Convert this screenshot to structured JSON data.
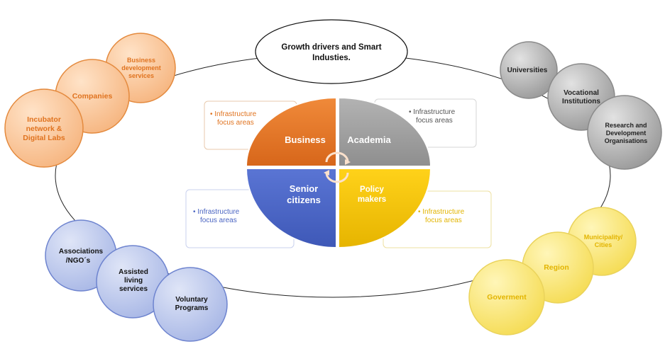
{
  "title": {
    "line1": "Growth drivers and Smart",
    "line2": "Industies."
  },
  "quadrants": {
    "business": "Business",
    "academia": "Academia",
    "senior": {
      "line1": "Senior",
      "line2": "citizens"
    },
    "policy": {
      "line1": "Policy",
      "line2": "makers"
    }
  },
  "cards": {
    "business": {
      "line1": "Infrastructure",
      "line2": "focus areas"
    },
    "academia": {
      "line1": "Infrastructure",
      "line2": "focus areas"
    },
    "senior": {
      "line1": "Infrastructure",
      "line2": "focus areas"
    },
    "policy": {
      "line1": "Infrastructure",
      "line2": "focus areas"
    }
  },
  "clusters": {
    "business": [
      {
        "lines": [
          "Business",
          "development",
          "services"
        ]
      },
      {
        "lines": [
          "Companies"
        ]
      },
      {
        "lines": [
          "Incubator",
          "network &",
          "Digital Labs"
        ]
      }
    ],
    "academia": [
      {
        "lines": [
          "Universities"
        ]
      },
      {
        "lines": [
          "Vocational",
          "Institutions"
        ]
      },
      {
        "lines": [
          "Research and",
          "Development",
          "Organisations"
        ]
      }
    ],
    "senior": [
      {
        "lines": [
          "Associations",
          "/NGO´s"
        ]
      },
      {
        "lines": [
          "Assisted",
          "living",
          "services"
        ]
      },
      {
        "lines": [
          "Voluntary",
          "Programs"
        ]
      }
    ],
    "policy": [
      {
        "lines": [
          "Municipality/",
          "Cities"
        ]
      },
      {
        "lines": [
          "Region"
        ]
      },
      {
        "lines": [
          "Goverment"
        ]
      }
    ]
  },
  "colors": {
    "business": "#e0731f",
    "academia": "#a6a6a6",
    "senior": "#4a64c2",
    "policy": "#f5c400"
  }
}
